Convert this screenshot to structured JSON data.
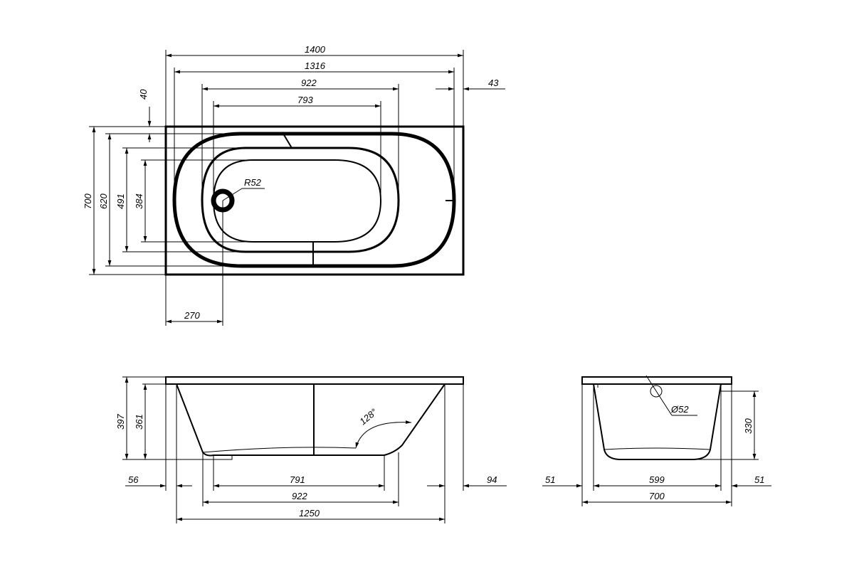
{
  "top_view": {
    "dims": {
      "overall_length": "1400",
      "inner_length": "1316",
      "bowl_length": "922",
      "bottom_length": "793",
      "end_offset": "43",
      "rim_offset": "40",
      "overall_width": "700",
      "inner_width": "620",
      "bowl_width": "491",
      "bottom_width": "384",
      "drain_offset": "270",
      "drain_radius": "R52"
    }
  },
  "side_view": {
    "dims": {
      "overall_depth": "397",
      "inner_depth": "361",
      "angle": "128°",
      "left_offset": "56",
      "right_offset": "94",
      "bottom_length": "791",
      "bowl_length": "922",
      "leg_span": "1250"
    }
  },
  "end_view": {
    "dims": {
      "overflow_diameter": "Ø52",
      "depth": "330",
      "left_offset": "51",
      "right_offset": "51",
      "bottom_width": "599",
      "overall_width": "700"
    }
  }
}
